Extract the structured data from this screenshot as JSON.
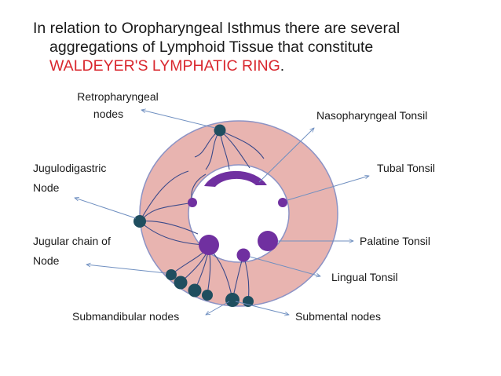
{
  "heading": {
    "line1": "In relation to Oropharyngeal Isthmus there are several",
    "line2": "aggregations of Lymphoid Tissue that constitute",
    "highlight": "WALDEYER'S LYMPHATIC RING",
    "period": "."
  },
  "labels": {
    "retropharyngeal_1": "Retropharyngeal",
    "retropharyngeal_2": "nodes",
    "nasopharyngeal": "Nasopharyngeal Tonsil",
    "jugulodigastric_1": "Jugulodigastric",
    "jugulodigastric_2": "Node",
    "tubal": "Tubal Tonsil",
    "jugular_1": "Jugular chain of",
    "jugular_2": "Node",
    "palatine": "Palatine Tonsil",
    "lingual": "Lingual Tonsil",
    "submandibular": "Submandibular nodes",
    "submental": "Submental nodes"
  },
  "colors": {
    "ring_fill": "#e8b4b0",
    "ring_stroke": "#8c93c5",
    "tonsil": "#7030a0",
    "node": "#1f4e5f",
    "vessel": "#3b4a8a",
    "pointer": "#6f8fc0",
    "accent_text": "#d9272e"
  }
}
